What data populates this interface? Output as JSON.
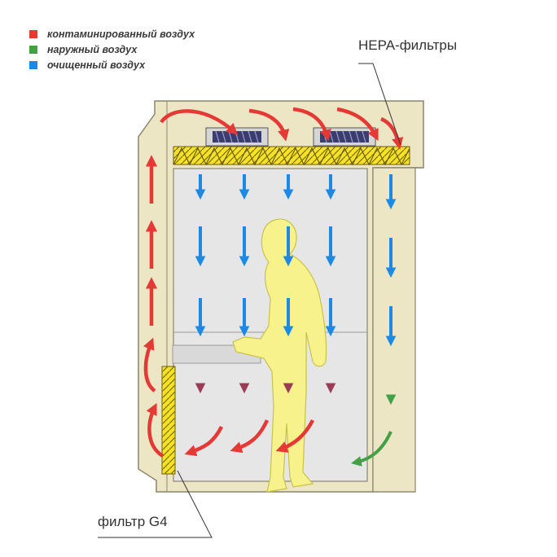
{
  "legend": {
    "items": [
      {
        "label": "контаминированный воздух",
        "color": "#e53935"
      },
      {
        "label": "наружный воздух",
        "color": "#43a047"
      },
      {
        "label": "очищенный воздух",
        "color": "#1e88e5"
      }
    ]
  },
  "labels": {
    "hepa": "HEPA-фильтры",
    "g4": "фильтр G4"
  },
  "colors": {
    "cabinet_fill": "#ece6c4",
    "cabinet_stroke": "#8a8670",
    "chamber_fill": "#e6e6e6",
    "filter_fill": "#f6e12a",
    "person_fill": "#f7f28c",
    "contaminated": "#e53935",
    "outside": "#43a047",
    "clean": "#1e88e5",
    "mixed": "#9c3b55"
  }
}
